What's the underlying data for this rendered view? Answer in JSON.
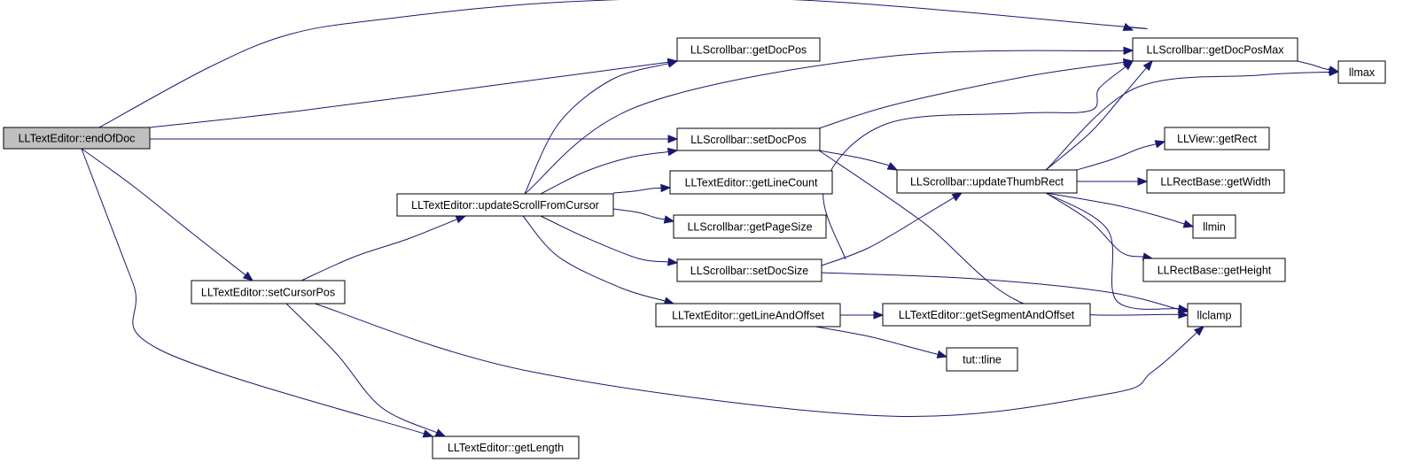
{
  "diagram": {
    "type": "call-graph",
    "colors": {
      "root_fill": "#bfbfbf",
      "node_fill": "#ffffff",
      "node_border": "#000000",
      "edge": "#191970"
    },
    "nodes": [
      {
        "id": "endOfDoc",
        "label": "LLTextEditor::endOfDoc",
        "root": true
      },
      {
        "id": "sb_getDocPos",
        "label": "LLScrollbar::getDocPos"
      },
      {
        "id": "sb_getDocPosMax",
        "label": "LLScrollbar::getDocPosMax"
      },
      {
        "id": "llmax",
        "label": "llmax"
      },
      {
        "id": "sb_setDocPos",
        "label": "LLScrollbar::setDocPos"
      },
      {
        "id": "view_getRect",
        "label": "LLView::getRect"
      },
      {
        "id": "te_updateScroll",
        "label": "LLTextEditor::updateScrollFromCursor"
      },
      {
        "id": "te_getLineCount",
        "label": "LLTextEditor::getLineCount"
      },
      {
        "id": "sb_updateThumb",
        "label": "LLScrollbar::updateThumbRect"
      },
      {
        "id": "rb_getWidth",
        "label": "LLRectBase::getWidth"
      },
      {
        "id": "sb_getPageSize",
        "label": "LLScrollbar::getPageSize"
      },
      {
        "id": "llmin",
        "label": "llmin"
      },
      {
        "id": "sb_setDocSize",
        "label": "LLScrollbar::setDocSize"
      },
      {
        "id": "rb_getHeight",
        "label": "LLRectBase::getHeight"
      },
      {
        "id": "te_setCursorPos",
        "label": "LLTextEditor::setCursorPos"
      },
      {
        "id": "te_getLineAndOffset",
        "label": "LLTextEditor::getLineAndOffset"
      },
      {
        "id": "te_getSegmentAndOffset",
        "label": "LLTextEditor::getSegmentAndOffset"
      },
      {
        "id": "llclamp",
        "label": "llclamp"
      },
      {
        "id": "tut_tline",
        "label": "tut::tline"
      },
      {
        "id": "te_getLength",
        "label": "LLTextEditor::getLength"
      }
    ],
    "edges": [
      {
        "from": "endOfDoc",
        "to": "sb_getDocPosMax"
      },
      {
        "from": "endOfDoc",
        "to": "sb_getDocPos"
      },
      {
        "from": "endOfDoc",
        "to": "sb_setDocPos"
      },
      {
        "from": "endOfDoc",
        "to": "te_setCursorPos"
      },
      {
        "from": "endOfDoc",
        "to": "te_getLength"
      },
      {
        "from": "sb_getDocPosMax",
        "to": "llmax"
      },
      {
        "from": "sb_setDocPos",
        "to": "sb_getDocPosMax"
      },
      {
        "from": "sb_setDocPos",
        "to": "sb_updateThumb"
      },
      {
        "from": "sb_setDocPos",
        "to": "llclamp"
      },
      {
        "from": "te_updateScroll",
        "to": "sb_getDocPos"
      },
      {
        "from": "te_updateScroll",
        "to": "sb_getDocPosMax"
      },
      {
        "from": "te_updateScroll",
        "to": "sb_setDocPos"
      },
      {
        "from": "te_updateScroll",
        "to": "te_getLineCount"
      },
      {
        "from": "te_updateScroll",
        "to": "sb_getPageSize"
      },
      {
        "from": "te_updateScroll",
        "to": "sb_setDocSize"
      },
      {
        "from": "te_updateScroll",
        "to": "te_getLineAndOffset"
      },
      {
        "from": "sb_updateThumb",
        "to": "sb_getDocPosMax"
      },
      {
        "from": "sb_updateThumb",
        "to": "llmax"
      },
      {
        "from": "sb_updateThumb",
        "to": "view_getRect"
      },
      {
        "from": "sb_updateThumb",
        "to": "rb_getWidth"
      },
      {
        "from": "sb_updateThumb",
        "to": "llmin"
      },
      {
        "from": "sb_updateThumb",
        "to": "rb_getHeight"
      },
      {
        "from": "sb_updateThumb",
        "to": "llclamp"
      },
      {
        "from": "sb_setDocSize",
        "to": "sb_getDocPosMax"
      },
      {
        "from": "sb_setDocSize",
        "to": "sb_updateThumb"
      },
      {
        "from": "sb_setDocSize",
        "to": "llclamp"
      },
      {
        "from": "te_setCursorPos",
        "to": "te_updateScroll"
      },
      {
        "from": "te_setCursorPos",
        "to": "llclamp"
      },
      {
        "from": "te_setCursorPos",
        "to": "te_getLength"
      },
      {
        "from": "te_getLineAndOffset",
        "to": "te_getSegmentAndOffset"
      },
      {
        "from": "te_getLineAndOffset",
        "to": "tut_tline"
      }
    ]
  }
}
